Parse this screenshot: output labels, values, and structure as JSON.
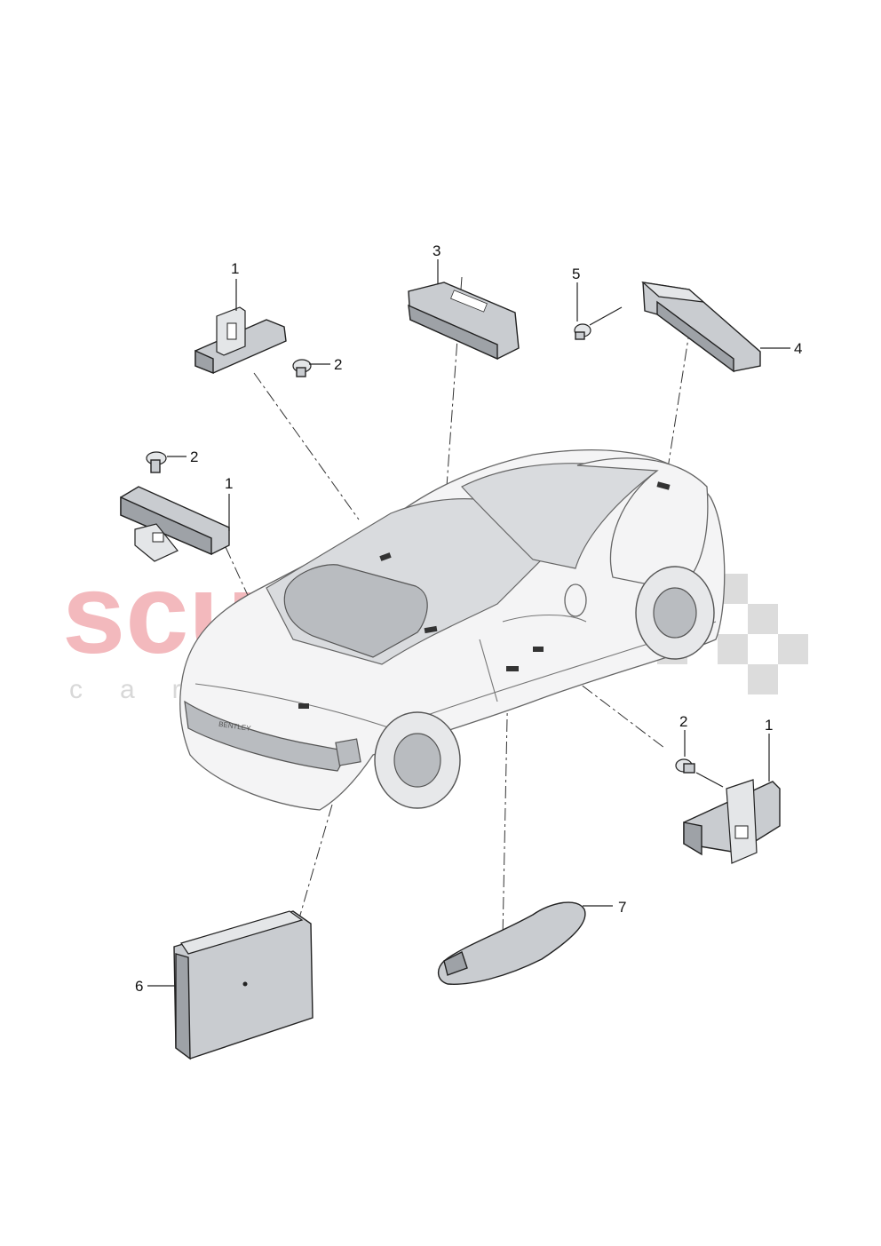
{
  "watermark": {
    "main": "scuderia",
    "sub": "car parts",
    "main_color": "#f3b9bd",
    "sub_color": "#d8d8d8"
  },
  "diagram": {
    "callouts": {
      "c1_top": "1",
      "c2_top": "2",
      "c3": "3",
      "c5": "5",
      "c4": "4",
      "c2_left": "2",
      "c1_left": "1",
      "c2_right": "2",
      "c1_right": "1",
      "c7": "7",
      "c6": "6"
    },
    "car_badge": "BENTLEY"
  }
}
